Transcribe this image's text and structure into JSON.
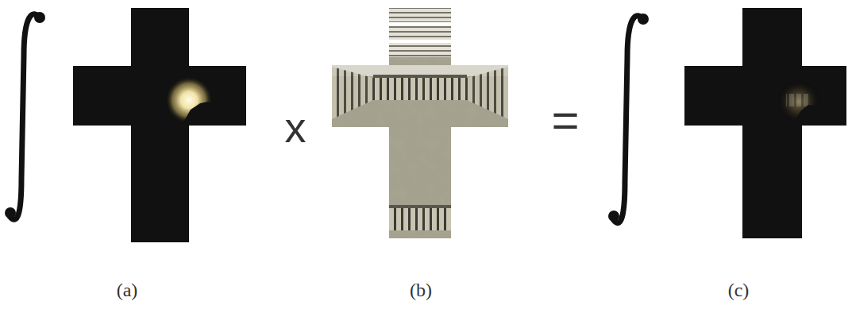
{
  "diagram": {
    "labels": [
      "x",
      "=",
      "(a)",
      "(b)",
      "(c)"
    ]
  }
}
